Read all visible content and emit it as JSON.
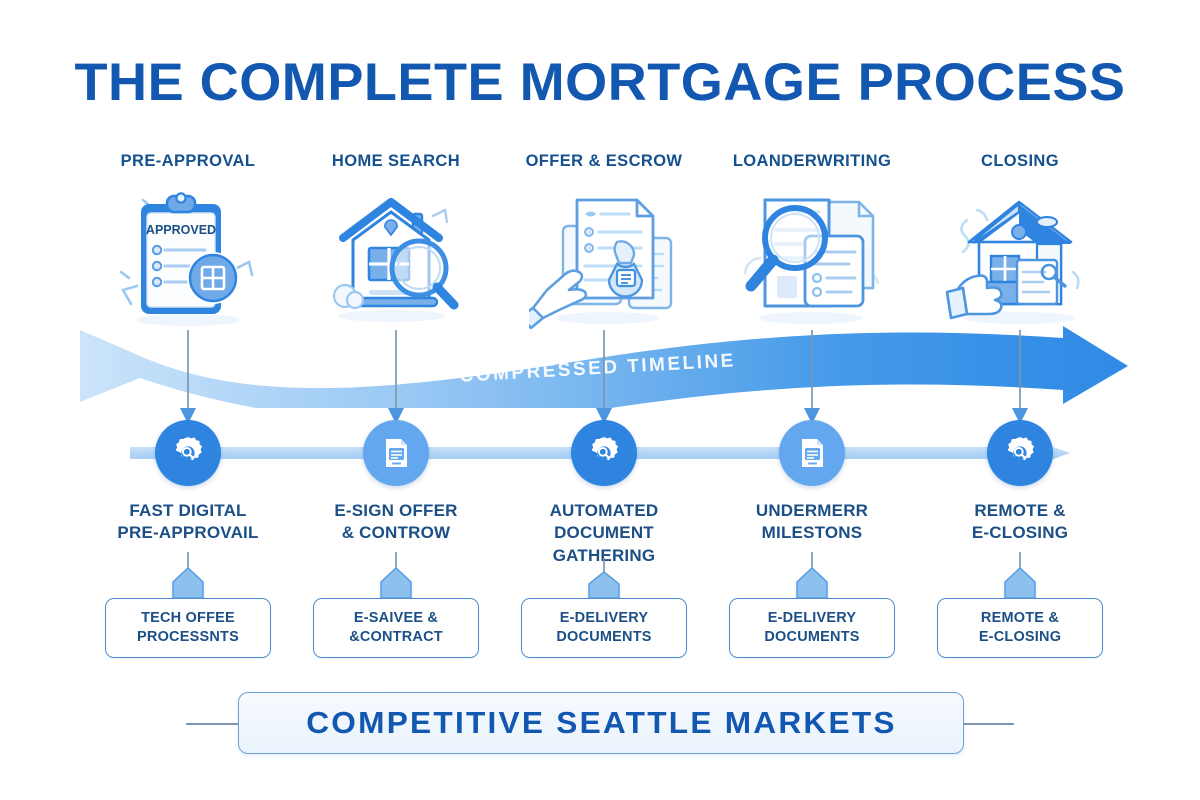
{
  "title": "THE COMPLETE MORTGAGE PROCESS",
  "colors": {
    "title_blue": "#1257b0",
    "heading_blue": "#15508f",
    "label_blue": "#1b4f86",
    "circle_dark": "#2f84e0",
    "circle_light": "#63a8ee",
    "ribbon_light": "#bcdcf7",
    "ribbon_dark": "#2f8ae6",
    "box_border": "#4e90cf",
    "connector_blue": "#8cc0ee"
  },
  "stages": [
    {
      "header": "PRE-APPROVAL",
      "illustration_icon": "clipboard-approved-icon",
      "illustration_text": "APPROVED",
      "circle_icon": "gear-search-icon",
      "circle_style": "dark",
      "sub_label": "FAST DIGITAL\nPRE-APPROVAIL",
      "outcome": "TECH OFFEE\nPROCESSNTS"
    },
    {
      "header": "HOME SEARCH",
      "illustration_icon": "house-magnifier-icon",
      "illustration_text": "",
      "circle_icon": "document-tablet-icon",
      "circle_style": "light",
      "sub_label": "E-SIGN OFFER\n& CONTROW",
      "outcome": "E-SAIVEE &\n&CONTRACT"
    },
    {
      "header": "OFFER & ESCROW",
      "illustration_icon": "hand-documents-stamp-icon",
      "illustration_text": "",
      "circle_icon": "gear-search-icon",
      "circle_style": "dark",
      "sub_label": "AUTOMATED\nDOCUMENT\nGATHERING",
      "outcome": "E-DELIVERY\nDOCUMENTS"
    },
    {
      "header": "LOANDERWRITING",
      "illustration_icon": "documents-magnifier-icon",
      "illustration_text": "",
      "circle_icon": "document-tablet-icon",
      "circle_style": "light",
      "sub_label": "UNDERMERR\nMILESTONS",
      "outcome": "E-DELIVERY\nDOCUMENTS"
    },
    {
      "header": "CLOSING",
      "illustration_icon": "house-keys-hand-icon",
      "illustration_text": "",
      "circle_icon": "gear-search-icon",
      "circle_style": "dark",
      "sub_label": "REMOTE &\nE-CLOSING",
      "outcome": "REMOTE &\nE-CLOSING"
    }
  ],
  "ribbon": {
    "label": "COMPRESSED TIMELINE"
  },
  "footer": {
    "label": "COMPETITIVE  SEATTLE  MARKETS"
  }
}
